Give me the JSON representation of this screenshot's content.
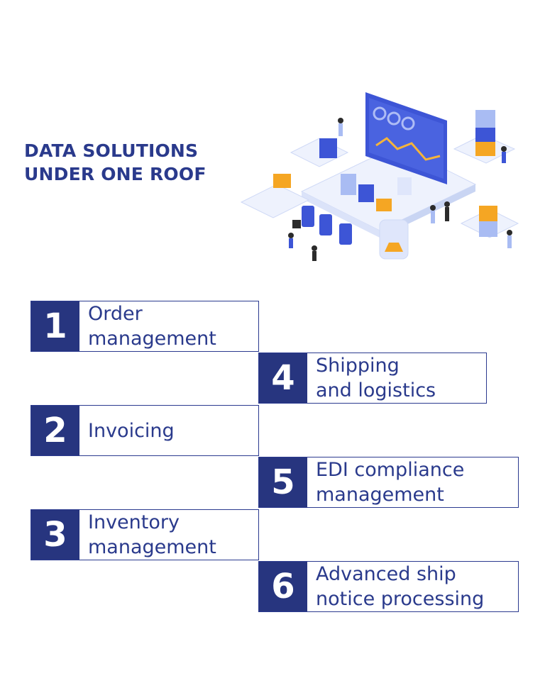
{
  "heading": {
    "line1": "DATA SOLUTIONS",
    "line2": "UNDER ONE ROOF"
  },
  "items": [
    {
      "number": "1",
      "label": "Order\nmanagement"
    },
    {
      "number": "2",
      "label": "Invoicing"
    },
    {
      "number": "3",
      "label": "Inventory\nmanagement"
    },
    {
      "number": "4",
      "label": "Shipping\nand logistics"
    },
    {
      "number": "5",
      "label": "EDI compliance\nmanagement"
    },
    {
      "number": "6",
      "label": "Advanced ship\nnotice processing"
    }
  ],
  "colors": {
    "primary": "#27357f",
    "accent_orange": "#f5a623",
    "light_blue": "#dfe6fb"
  },
  "illustration": {
    "icon": "data-center-isometric-illustration"
  }
}
